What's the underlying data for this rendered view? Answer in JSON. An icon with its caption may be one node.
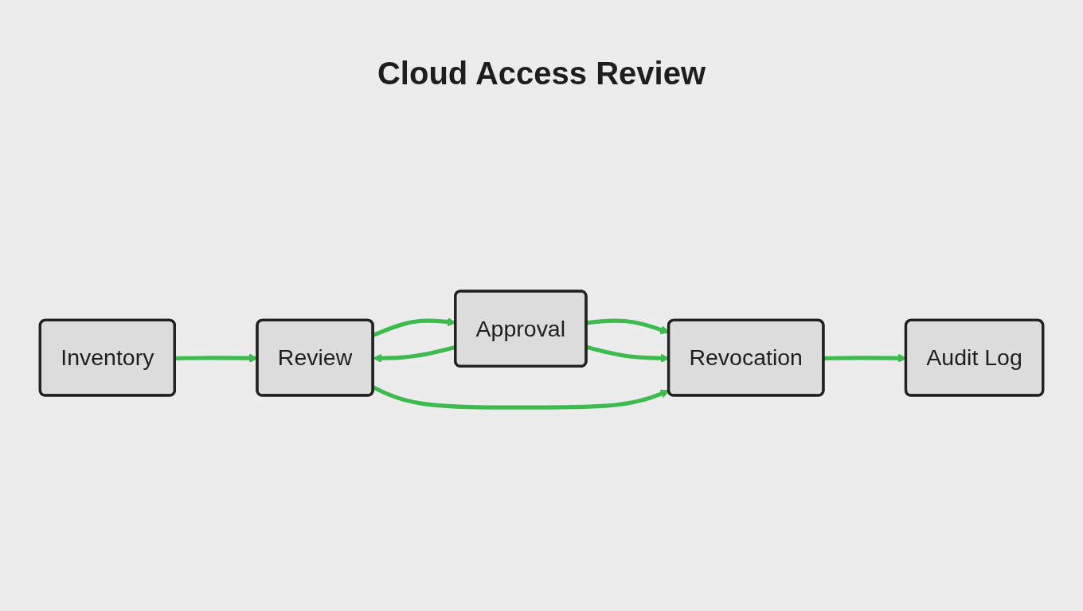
{
  "diagram": {
    "title": "Cloud Access Review",
    "nodes": [
      {
        "text": [
          "Inventory"
        ]
      },
      {
        "text": [
          "Review"
        ]
      },
      {
        "text": [
          "Approval"
        ]
      },
      {
        "text": [
          "Revocation"
        ]
      },
      {
        "text": [
          "Audit Log"
        ]
      }
    ],
    "edges": [
      {
        "from": 0,
        "to": 1,
        "arrow": "to"
      },
      {
        "from": 1,
        "to": 2,
        "arrow": "to"
      },
      {
        "from": 2,
        "to": 3,
        "arrow": "to"
      },
      {
        "from": 3,
        "to": 4,
        "arrow": "to"
      },
      {
        "from": 2,
        "to": 1,
        "arrow": "to"
      },
      {
        "from": 2,
        "to": 3,
        "arrow": "to"
      },
      {
        "from": 1,
        "to": 3,
        "arrow": "to"
      }
    ]
  }
}
